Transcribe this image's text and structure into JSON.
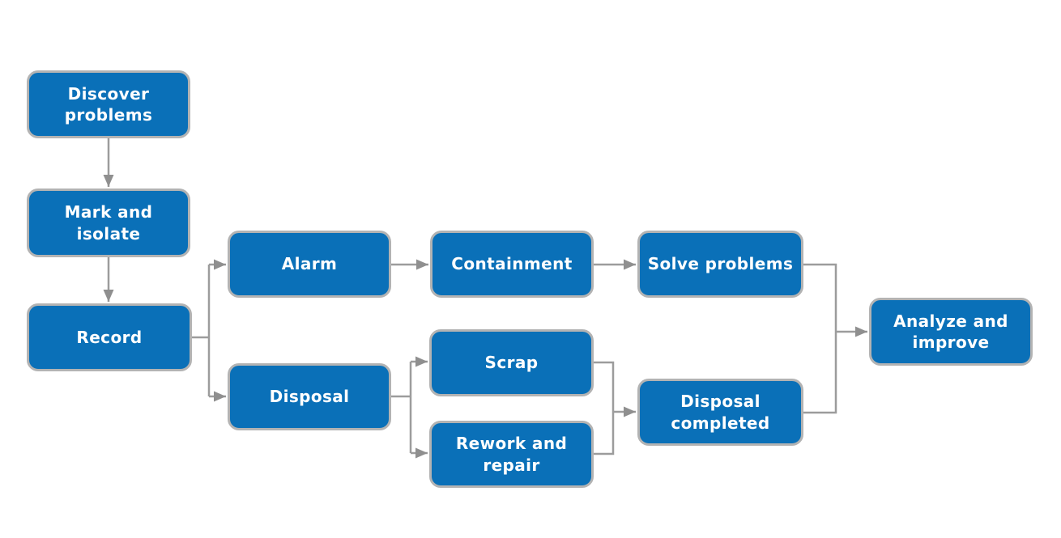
{
  "diagram": {
    "type": "flowchart",
    "background_color": "#ffffff",
    "node_fill_color": "#0a70b8",
    "node_border_color": "#b3b3b3",
    "node_text_color": "#ffffff",
    "connector_color": "#999999",
    "nodes": [
      {
        "id": "discover-problems",
        "label": "Discover\nproblems"
      },
      {
        "id": "mark-and-isolate",
        "label": "Mark and\nisolate"
      },
      {
        "id": "record",
        "label": "Record"
      },
      {
        "id": "alarm",
        "label": "Alarm"
      },
      {
        "id": "containment",
        "label": "Containment"
      },
      {
        "id": "solve-problems",
        "label": "Solve problems"
      },
      {
        "id": "disposal",
        "label": "Disposal"
      },
      {
        "id": "scrap",
        "label": "Scrap"
      },
      {
        "id": "rework-and-repair",
        "label": "Rework and\nrepair"
      },
      {
        "id": "disposal-completed",
        "label": "Disposal\ncompleted"
      },
      {
        "id": "analyze-and-improve",
        "label": "Analyze and\nimprove"
      }
    ],
    "edges": [
      {
        "from": "discover-problems",
        "to": "mark-and-isolate"
      },
      {
        "from": "mark-and-isolate",
        "to": "record"
      },
      {
        "from": "record",
        "to": "alarm"
      },
      {
        "from": "record",
        "to": "disposal"
      },
      {
        "from": "alarm",
        "to": "containment"
      },
      {
        "from": "containment",
        "to": "solve-problems"
      },
      {
        "from": "solve-problems",
        "to": "analyze-and-improve"
      },
      {
        "from": "disposal",
        "to": "scrap"
      },
      {
        "from": "disposal",
        "to": "rework-and-repair"
      },
      {
        "from": "scrap",
        "to": "disposal-completed"
      },
      {
        "from": "rework-and-repair",
        "to": "disposal-completed"
      },
      {
        "from": "disposal-completed",
        "to": "analyze-and-improve"
      }
    ]
  }
}
